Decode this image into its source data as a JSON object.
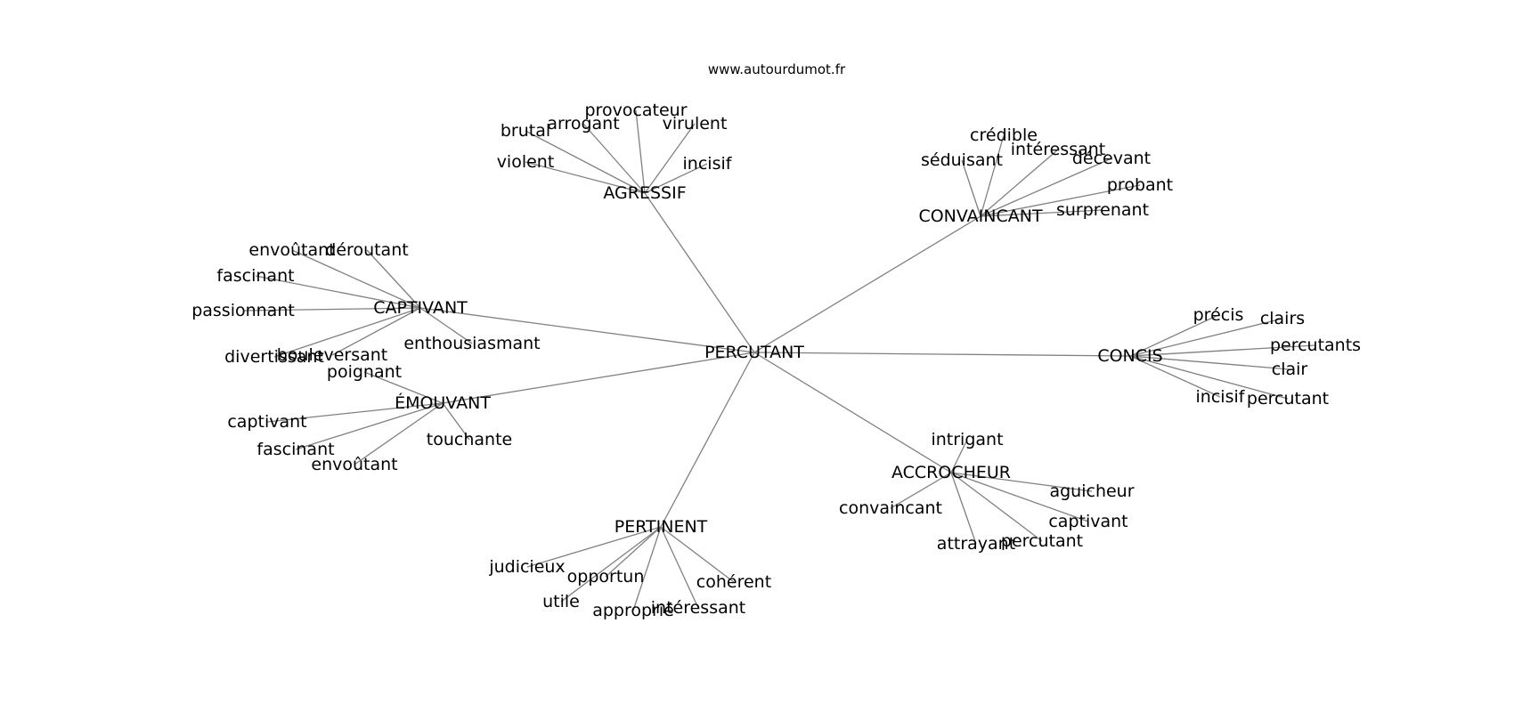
{
  "header": {
    "site": "www.autourdumot.fr"
  },
  "graph": {
    "root": "PERCUTANT",
    "clusters": [
      {
        "id": "agressif",
        "label": "AGRESSIF",
        "words": [
          "brutal",
          "arrogant",
          "provocateur",
          "virulent",
          "violent",
          "incisif"
        ]
      },
      {
        "id": "convaincant",
        "label": "CONVAINCANT",
        "words": [
          "crédible",
          "intéressant",
          "séduisant",
          "décevant",
          "probant",
          "surprenant"
        ]
      },
      {
        "id": "captivant",
        "label": "CAPTIVANT",
        "words": [
          "envoûtant",
          "déroutant",
          "fascinant",
          "passionnant",
          "divertissant",
          "bouleversant",
          "enthousiasmant"
        ]
      },
      {
        "id": "concis",
        "label": "CONCIS",
        "words": [
          "précis",
          "clairs",
          "percutants",
          "clair",
          "incisif",
          "percutant"
        ]
      },
      {
        "id": "emouvant",
        "label": "ÉMOUVANT",
        "words": [
          "poignant",
          "captivant",
          "fascinant",
          "envoûtant",
          "touchante"
        ]
      },
      {
        "id": "accrocheur",
        "label": "ACCROCHEUR",
        "words": [
          "intrigant",
          "aguicheur",
          "convaincant",
          "captivant",
          "attrayant",
          "percutant"
        ]
      },
      {
        "id": "pertinent",
        "label": "PERTINENT",
        "words": [
          "judicieux",
          "opportun",
          "cohérent",
          "utile",
          "approprié",
          "intéressant"
        ]
      }
    ]
  }
}
